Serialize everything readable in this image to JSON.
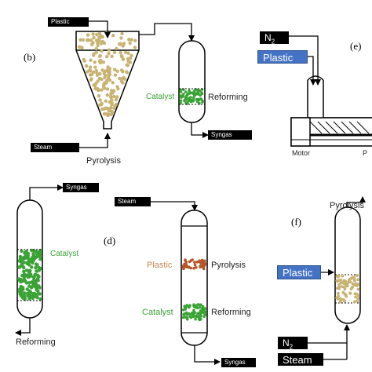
{
  "panel_labels": {
    "b": "(b)",
    "d": "(d)",
    "e": "(e)",
    "f": "(f)"
  },
  "panel_b": {
    "plastic": "Plastic",
    "steam": "Steam",
    "pyrolysis": "Pyrolysis",
    "catalyst": "Catalyst",
    "reforming": "Reforming",
    "syngas": "Syngas"
  },
  "panel_c": {
    "syngas": "Syngas",
    "catalyst": "Catalyst",
    "reforming": "Reforming"
  },
  "panel_d": {
    "steam": "Steam",
    "plastic": "Plastic",
    "pyrolysis": "Pyrolysis",
    "catalyst": "Catalyst",
    "reforming": "Reforming",
    "syngas": "Syngas"
  },
  "panel_e": {
    "n2": "N",
    "n2_sub": "2",
    "plastic": "Plastic",
    "motor": "Motor",
    "partial": "P"
  },
  "panel_f": {
    "pyrolysis": "Pyrolysis",
    "plastic": "Plastic",
    "n2": "N",
    "n2_sub": "2",
    "steam": "Steam"
  },
  "colors": {
    "plastic_bed": "#c8b373",
    "catalyst_bed": "#3aa335",
    "pyrolysis_bed": "#b5552a",
    "blue_label": "#4472c4",
    "plastic_text_d": "#c9864f"
  }
}
